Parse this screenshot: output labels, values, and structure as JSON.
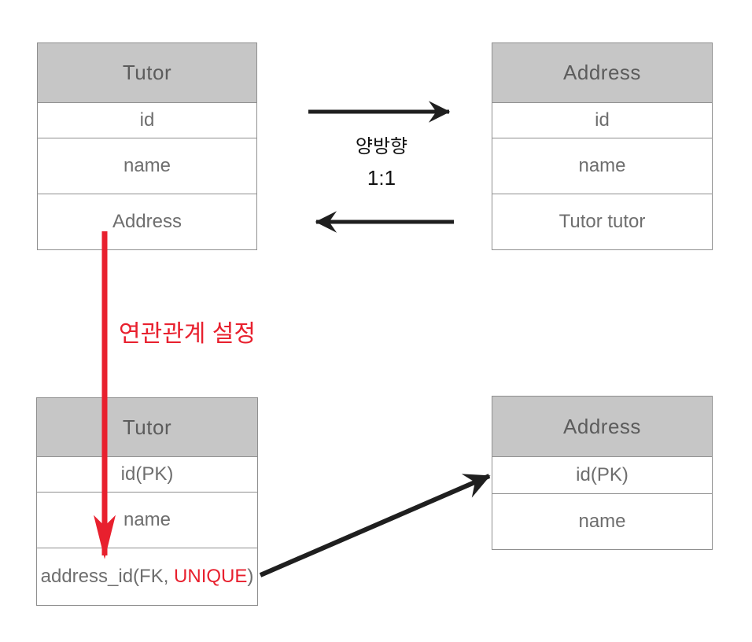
{
  "diagram": {
    "top_left_table": {
      "title": "Tutor",
      "rows": [
        "id",
        "name",
        "Address"
      ]
    },
    "top_right_table": {
      "title": "Address",
      "rows": [
        "id",
        "name",
        "Tutor tutor"
      ]
    },
    "bottom_left_table": {
      "title": "Tutor",
      "rows": [
        "id(PK)",
        "name"
      ],
      "fk_row": {
        "prefix": "address_id(FK, ",
        "highlight": "UNIQUE",
        "suffix": ")"
      }
    },
    "bottom_right_table": {
      "title": "Address",
      "rows": [
        "id(PK)",
        "name"
      ]
    },
    "relation_labels": {
      "direction": "양방향",
      "cardinality": "1:1"
    },
    "annotation": "연관관계 설정",
    "colors": {
      "arrow_black": "#1f1f1f",
      "accent_red": "#e8202e",
      "header_bg": "#c6c6c6",
      "border_gray": "#8f8f8f",
      "header_text": "#5c5c5c",
      "row_text": "#6e6e6e"
    }
  }
}
